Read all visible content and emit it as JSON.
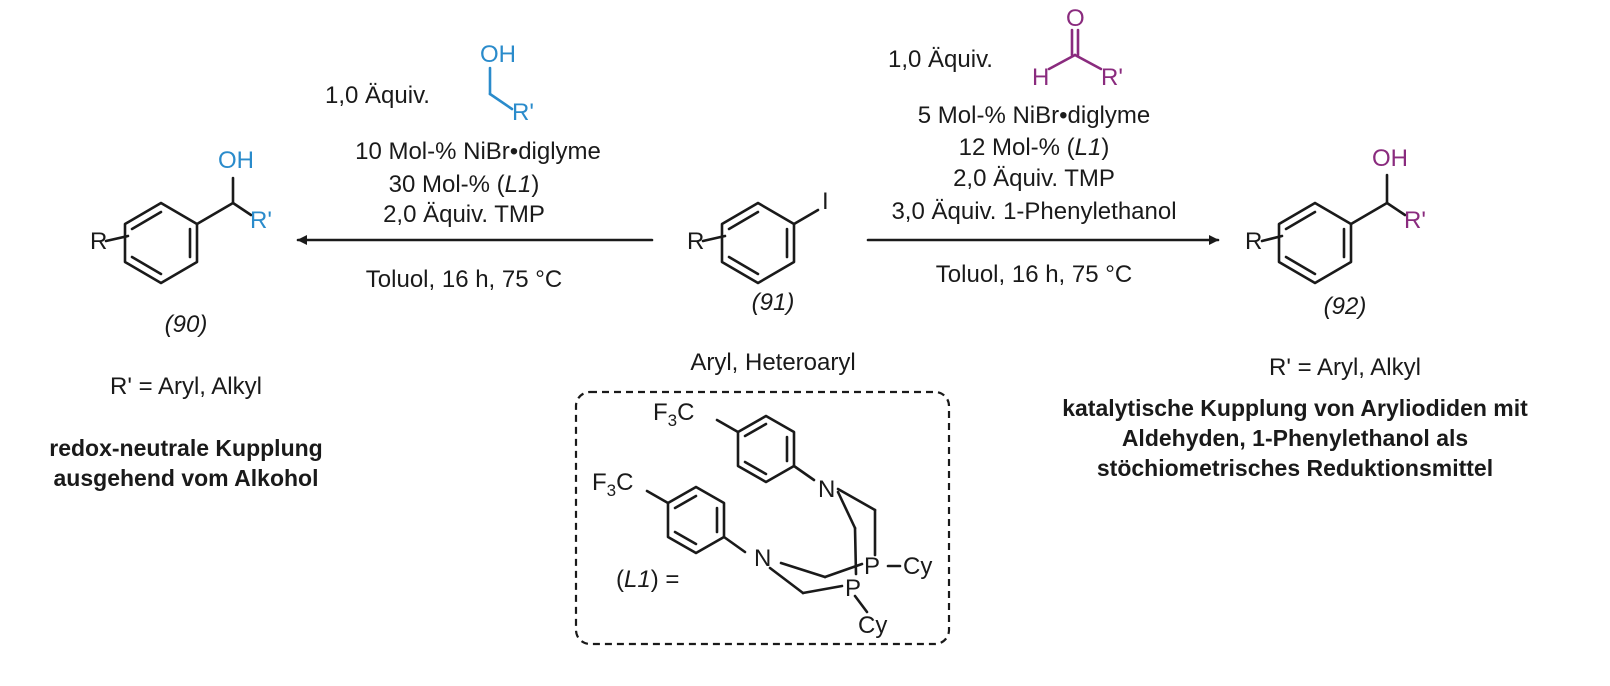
{
  "colors": {
    "alcohol_reagent": "#2a8bcb",
    "aldehyde_reagent": "#8a2b7e",
    "text": "#1a1a1a"
  },
  "left_reaction": {
    "equiv_label": "1,0 Äquiv.",
    "reagent_oh": "OH",
    "reagent_r": "R'",
    "conditions": [
      "10 Mol-% NiBr•diglyme",
      "30 Mol-% (",
      "L1",
      ")",
      "2,0 Äquiv. TMP"
    ],
    "solvent": "Toluol, 16 h, 75 °C"
  },
  "right_reaction": {
    "equiv_label": "1,0 Äquiv.",
    "reagent_o": "O",
    "reagent_h": "H",
    "reagent_r": "R'",
    "conditions": [
      "5 Mol-% NiBr•diglyme",
      "12 Mol-% (",
      "L1",
      ")",
      "2,0 Äquiv. TMP",
      "3,0 Äquiv. 1-Phenylethanol"
    ],
    "solvent": "Toluol, 16 h, 75 °C"
  },
  "product_left": {
    "r": "R",
    "oh": "OH",
    "r_prime": "R'",
    "label": "(90)",
    "scope": "R' = Aryl, Alkyl",
    "caption": [
      "redox-neutrale Kupplung",
      "ausgehend vom Alkohol"
    ]
  },
  "substrate": {
    "r": "R",
    "i": "I",
    "label": "(91)",
    "scope": "Aryl, Heteroaryl"
  },
  "product_right": {
    "r": "R",
    "oh": "OH",
    "r_prime": "R'",
    "label": "(92)",
    "scope": "R' = Aryl, Alkyl",
    "caption": [
      "katalytische Kupplung von Aryliodiden mit",
      "Aldehyden, 1-Phenylethanol als",
      "stöchiometrisches Reduktionsmittel"
    ]
  },
  "ligand": {
    "label_open": "(",
    "label_name": "L1",
    "label_close": ") =",
    "cf3_f": "F",
    "cf3_sub": "3",
    "cf3_c": "C",
    "n": "N",
    "p": "P",
    "cy": "Cy"
  }
}
